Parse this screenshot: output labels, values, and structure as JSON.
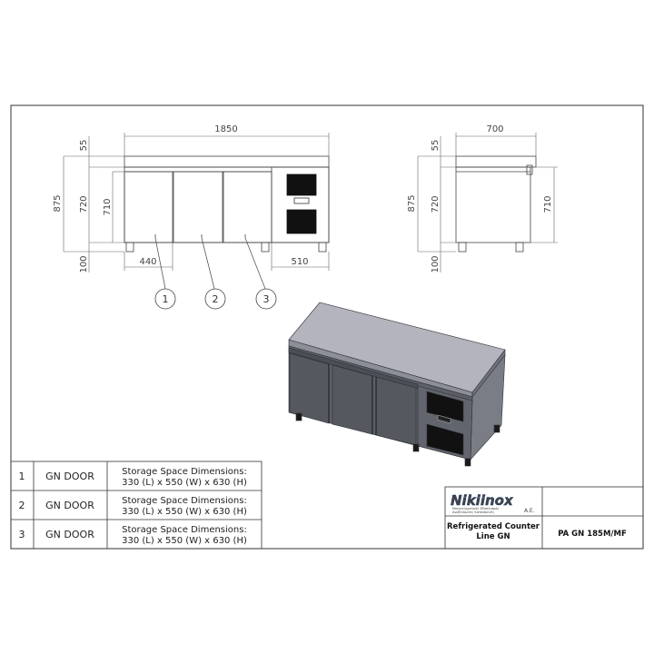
{
  "views": {
    "front": {
      "width": "1850",
      "top_thickness": "55",
      "total_height": "875",
      "body_height": "720",
      "door_height": "710",
      "leg_height": "100",
      "door_width": "440",
      "unit_width": "510"
    },
    "side": {
      "depth": "700",
      "top_thickness": "55",
      "total_height": "875",
      "body_height": "720",
      "door_height": "710",
      "leg_height": "100"
    },
    "balloons": [
      "1",
      "2",
      "3"
    ]
  },
  "parts_table": {
    "rows": [
      {
        "no": "1",
        "name": "GN DOOR",
        "desc_line1": "Storage Space Dimensions:",
        "desc_line2": "330 (L) x 550 (W) x 630 (H)"
      },
      {
        "no": "2",
        "name": "GN DOOR",
        "desc_line1": "Storage Space Dimensions:",
        "desc_line2": "330 (L) x 550 (W) x 630 (H)"
      },
      {
        "no": "3",
        "name": "GN DOOR",
        "desc_line1": "Storage Space Dimensions:",
        "desc_line2": "330 (L) x 550 (W) x 630 (H)"
      }
    ]
  },
  "title_block": {
    "logo_text": "Nikiinox",
    "logo_suffix": "A.E.",
    "logo_tag1": "Επαγγελματικός Εξοπλισμός",
    "logo_tag2": "Ανοξείδωτες Κατασκευές",
    "product_line1": "Refrigerated Counter",
    "product_line2": "Line GN",
    "model_code": "PA GN 185M/MF"
  },
  "colors": {
    "line": "#444444",
    "border": "#333333",
    "cabinet_top": "#b4b4be",
    "cabinet_front": "#5d6068",
    "cabinet_side": "#7a7d86",
    "logo_blue": "#1a4ea1"
  }
}
